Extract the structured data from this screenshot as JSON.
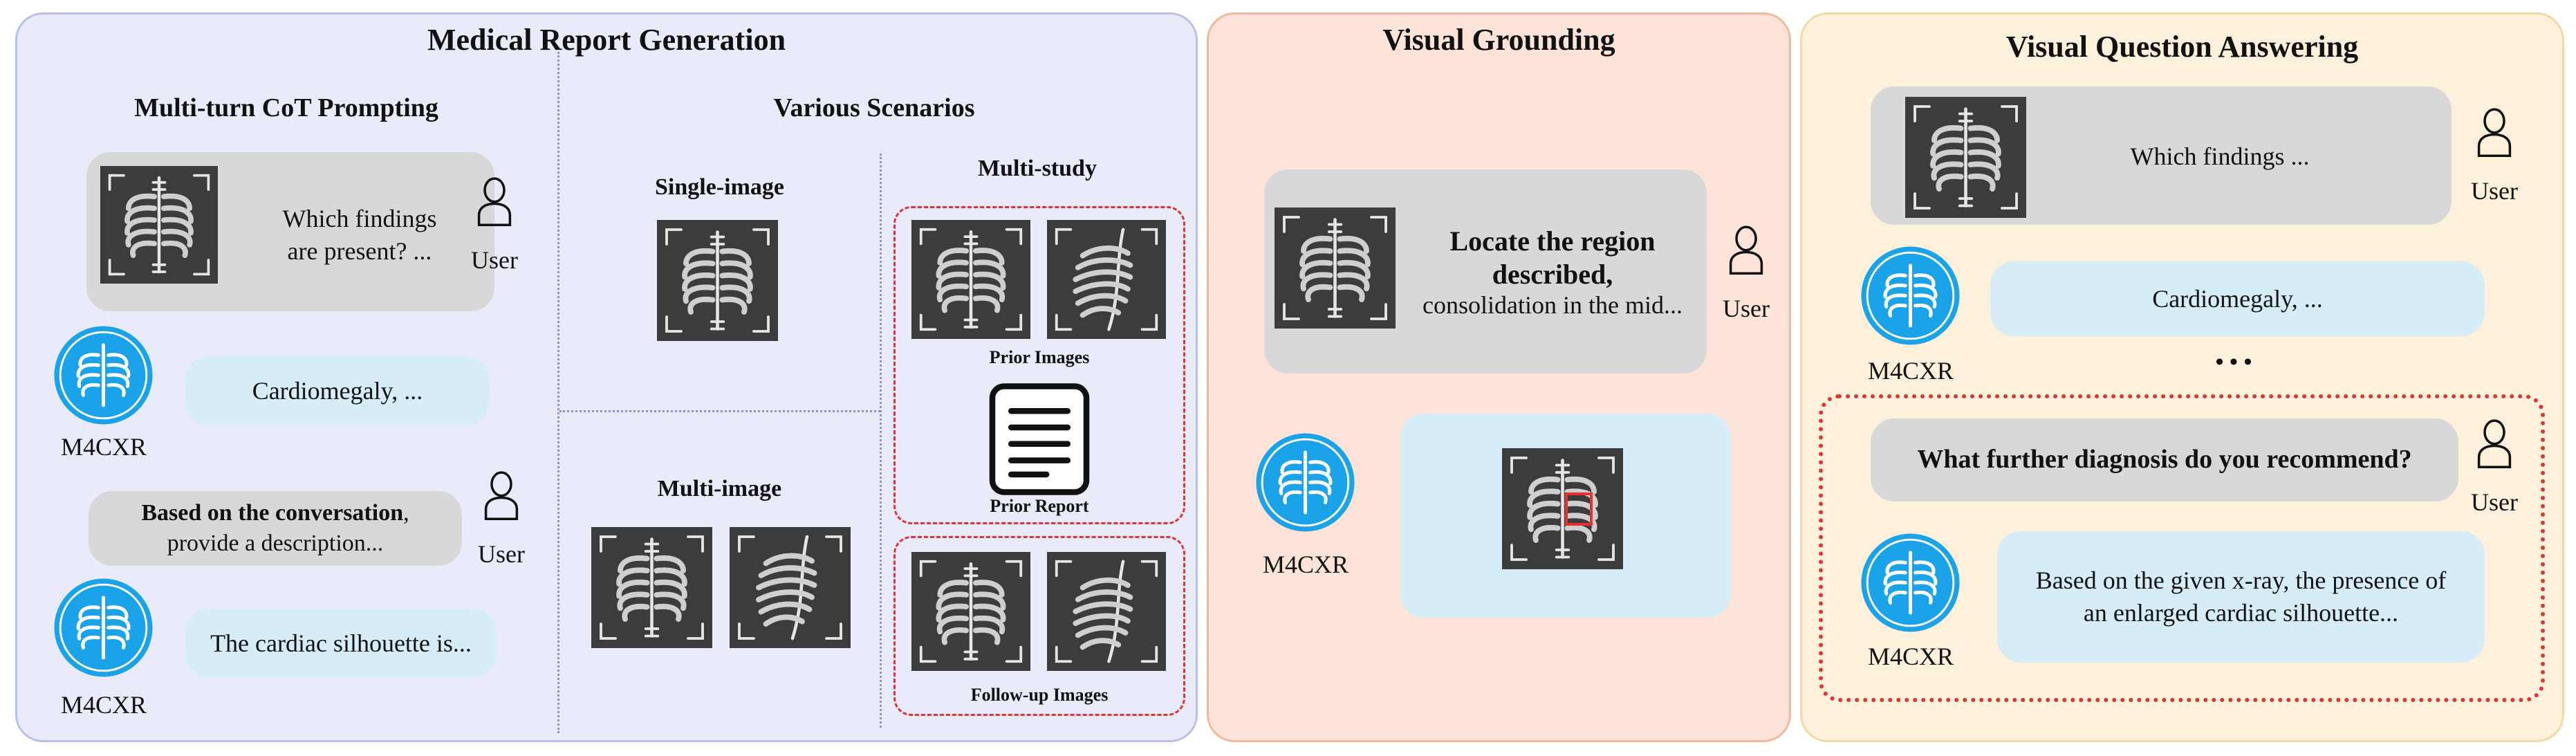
{
  "colors": {
    "mrg_bg": "#e9ebfa",
    "mrg_border": "#b8c0ee",
    "vg_bg": "#fde3d8",
    "vg_border": "#f3b79b",
    "vqa_bg": "#fdf1dc",
    "vqa_border": "#f1d9a3",
    "user_bubble": "#d8d8d8",
    "bot_bubble": "#d6edf8",
    "bot_icon": "#1aa3e8",
    "highlight": "#e23232"
  },
  "mrg": {
    "title": "Medical Report Generation",
    "cot": {
      "title": "Multi-turn CoT Prompting",
      "q1_line1": "Which findings",
      "q1_line2": "are present? ...",
      "user_label_1": "User",
      "a1": "Cardiomegaly, ...",
      "bot_label_1": "M4CXR",
      "q2_bold": "Based on the conversation",
      "q2_comma": ",",
      "q2_line2": "provide a description...",
      "user_label_2": "User",
      "a2": "The cardiac silhouette is...",
      "bot_label_2": "M4CXR"
    },
    "scenarios": {
      "title": "Various Scenarios",
      "single_image": "Single-image",
      "multi_image": "Multi-image",
      "multi_study": "Multi-study",
      "prior_images": "Prior Images",
      "prior_report": "Prior Report",
      "follow_up": "Follow-up Images"
    }
  },
  "vg": {
    "title": "Visual Grounding",
    "q_line1": "Locate the region",
    "q_line2": "described,",
    "q_line3": "consolidation in the mid...",
    "user_label": "User",
    "bot_label": "M4CXR"
  },
  "vqa": {
    "title": "Visual Question Answering",
    "q1": "Which findings ...",
    "user_label_1": "User",
    "a1": "Cardiomegaly, ...",
    "bot_label_1": "M4CXR",
    "ellipsis": "• • •",
    "q2": "What further diagnosis do you recommend?",
    "user_label_2": "User",
    "a2_line1": "Based on the given x-ray, the presence of",
    "a2_line2": "an enlarged cardiac silhouette...",
    "bot_label_2": "M4CXR"
  }
}
